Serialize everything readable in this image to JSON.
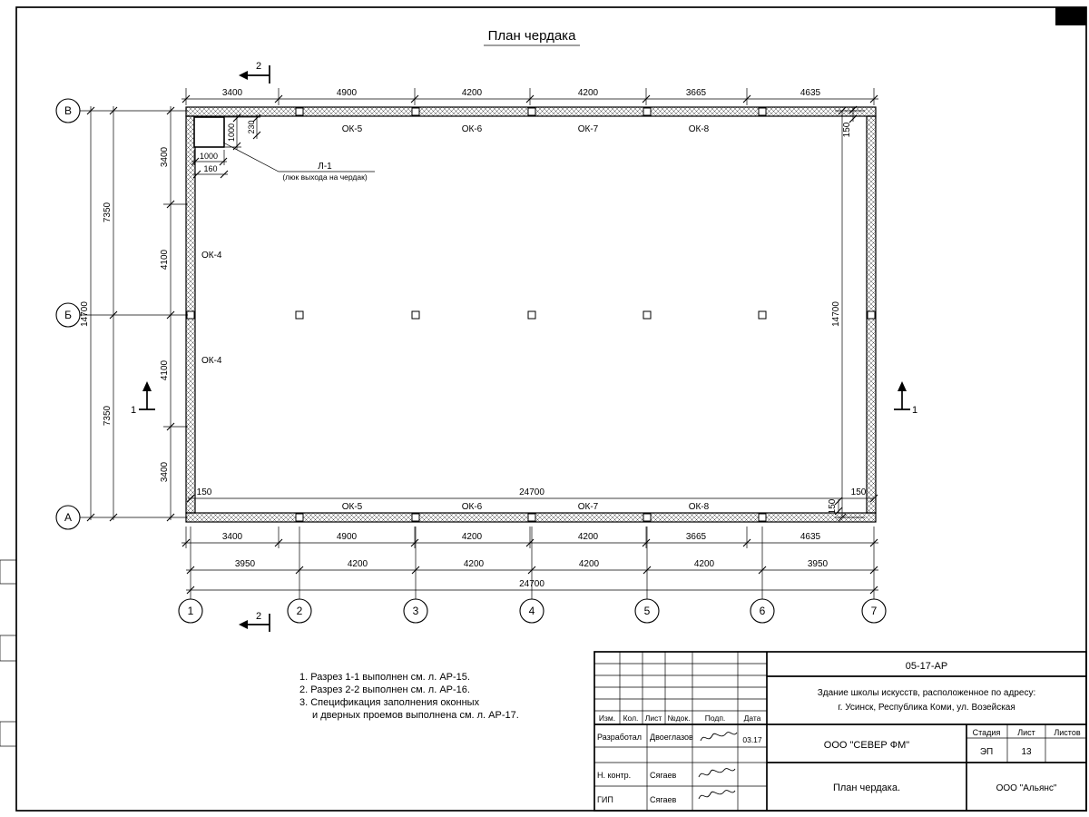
{
  "sheet": {
    "title": "План чердака"
  },
  "axes": {
    "rows": [
      "В",
      "Б",
      "А"
    ],
    "cols": [
      "1",
      "2",
      "3",
      "4",
      "5",
      "6",
      "7"
    ]
  },
  "dims": {
    "top": [
      "3400",
      "4900",
      "4200",
      "4200",
      "3665",
      "4635"
    ],
    "bottom_row1": [
      "3400",
      "4900",
      "4200",
      "4200",
      "3665",
      "4635"
    ],
    "bottom_row2": [
      "3950",
      "4200",
      "4200",
      "4200",
      "4200",
      "3950"
    ],
    "bottom_total": "24700",
    "left_col1": [
      "3400",
      "4100",
      "4100",
      "3400"
    ],
    "left_col2": [
      "7350",
      "7350"
    ],
    "left_total": "14700",
    "right_total": "14700",
    "inner_width": "24700",
    "wall_offset": "150"
  },
  "windows": {
    "top": [
      "ОК-5",
      "ОК-6",
      "ОК-7",
      "ОК-8"
    ],
    "bottom": [
      "ОК-5",
      "ОК-6",
      "ОК-7",
      "ОК-8"
    ],
    "left": [
      "ОК-4",
      "ОК-4"
    ]
  },
  "roof_hatch": {
    "label": "Л-1",
    "desc": "(люк выхода на чердак)",
    "dim_side": "1000",
    "dim_offset": "230",
    "dim_width": "1000",
    "dim_small": "160"
  },
  "sections": {
    "one": "1",
    "two": "2"
  },
  "notes": [
    "1. Разрез 1-1 выполнен см. л. АР-15.",
    "2. Разрез 2-2 выполнен см. л. АР-16.",
    "3. Спецификация заполнения оконных",
    "и дверных проемов выполнена см. л. АР-17."
  ],
  "titleblock": {
    "doc_code": "05-17-АР",
    "object_line1": "Здание школы искусств, расположенное по адресу:",
    "object_line2": "г. Усинск, Республика Коми, ул. Возейская",
    "head": {
      "izm": "Изм.",
      "kol": "Кол.",
      "list": "Лист",
      "ndoc": "№док.",
      "podp": "Подп.",
      "data": "Дата"
    },
    "rows": [
      {
        "role": "Разработал",
        "name": "Двоеглазов",
        "date": "03.17"
      },
      {
        "role": "Н. контр.",
        "name": "Сягаев"
      },
      {
        "role": "ГИП",
        "name": "Сягаев"
      }
    ],
    "company": "ООО \"СЕВЕР ФМ\"",
    "stage_label": "Стадия",
    "sheet_label": "Лист",
    "sheets_label": "Листов",
    "stage": "ЭП",
    "sheet_no": "13",
    "drawing_name": "План чердака.",
    "company2": "ООО \"Альянс\""
  }
}
